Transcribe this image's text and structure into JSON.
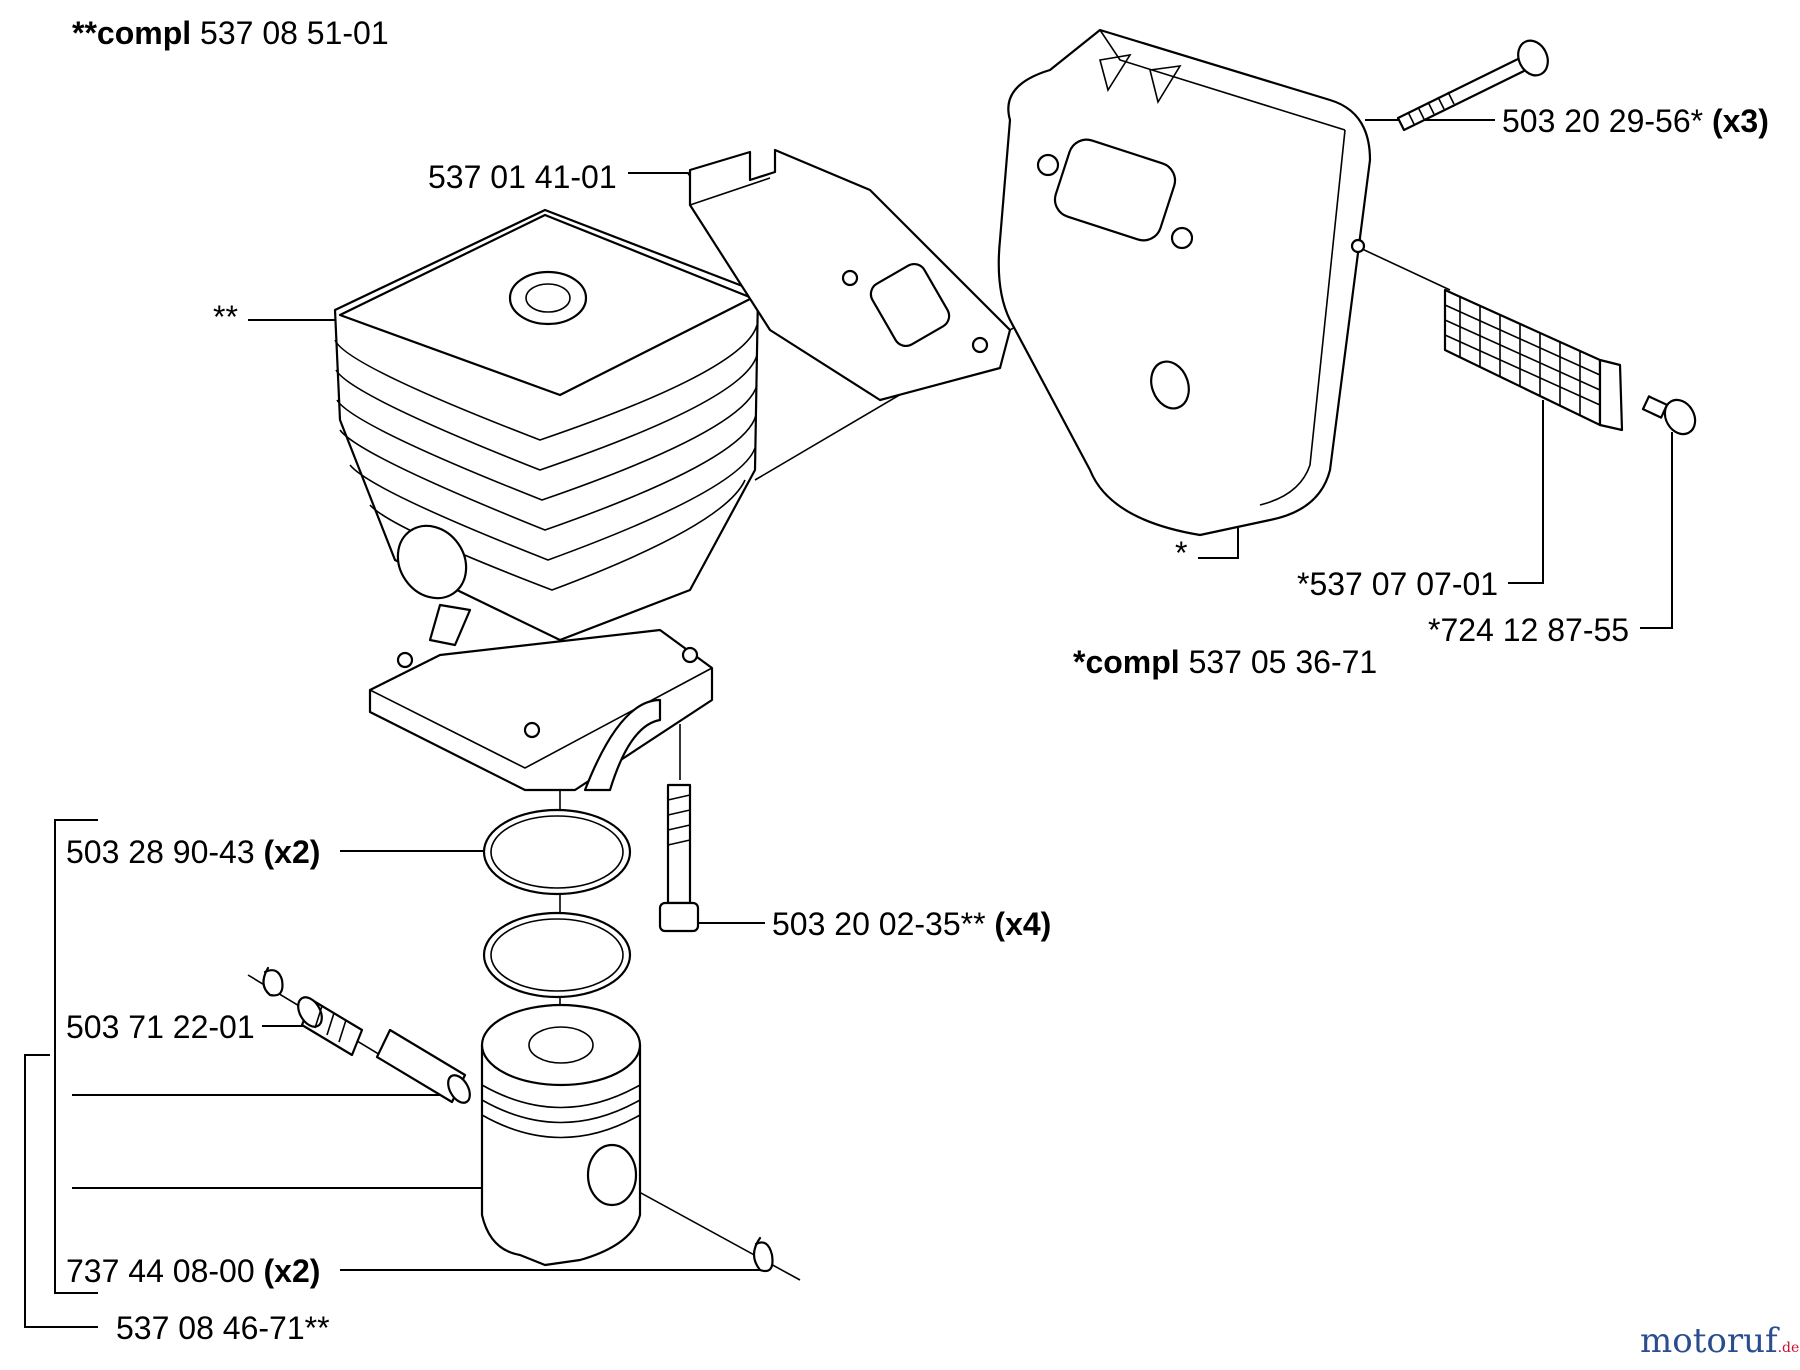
{
  "labels": {
    "compl_cyl_prefix": "**compl",
    "compl_cyl_num": " 537 08 51-01",
    "shield": "537 01 41-01",
    "bolt_long": "503 20 29-56*",
    "bolt_long_qty": " (x3)",
    "cyl_marker": "**",
    "muffler_marker": "*",
    "screen": "*537 07 07-01",
    "screw": "*724 12 87-55",
    "compl_muf_prefix": "*compl",
    "compl_muf_num": " 537 05 36-71",
    "rings": "503 28 90-43",
    "rings_qty": " (x2)",
    "cyl_bolts": "503 20 02-35**",
    "cyl_bolts_qty": " (x4)",
    "bearing": "503 71 22-01",
    "circlip": "737 44 08-00",
    "circlip_qty": " (x2)",
    "piston_kit": "537 08 46-71**"
  },
  "watermark": {
    "brand": "motoruf",
    "suffix": ".de",
    "color_main": "#2a4d8f",
    "color_accent": "#c8102e"
  }
}
